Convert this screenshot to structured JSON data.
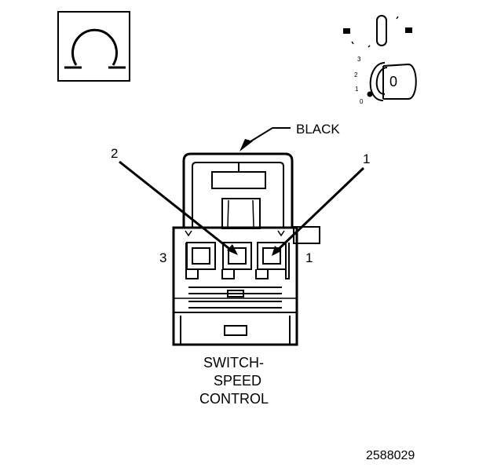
{
  "connector": {
    "color_label": "BLACK",
    "description_lines": [
      "SWITCH-",
      "SPEED",
      "CONTROL"
    ]
  },
  "pins": [
    {
      "number": "1"
    },
    {
      "number": "2"
    },
    {
      "number": "3"
    }
  ],
  "ignition_key": {
    "positions": [
      "3",
      "2",
      "1",
      "0"
    ],
    "current_position": "0"
  },
  "icons": {
    "test_symbol": "ohm-symbol-icon",
    "ignition": "ignition-key-icon",
    "connector": "connector-face-icon"
  },
  "figure_id": "2588029"
}
